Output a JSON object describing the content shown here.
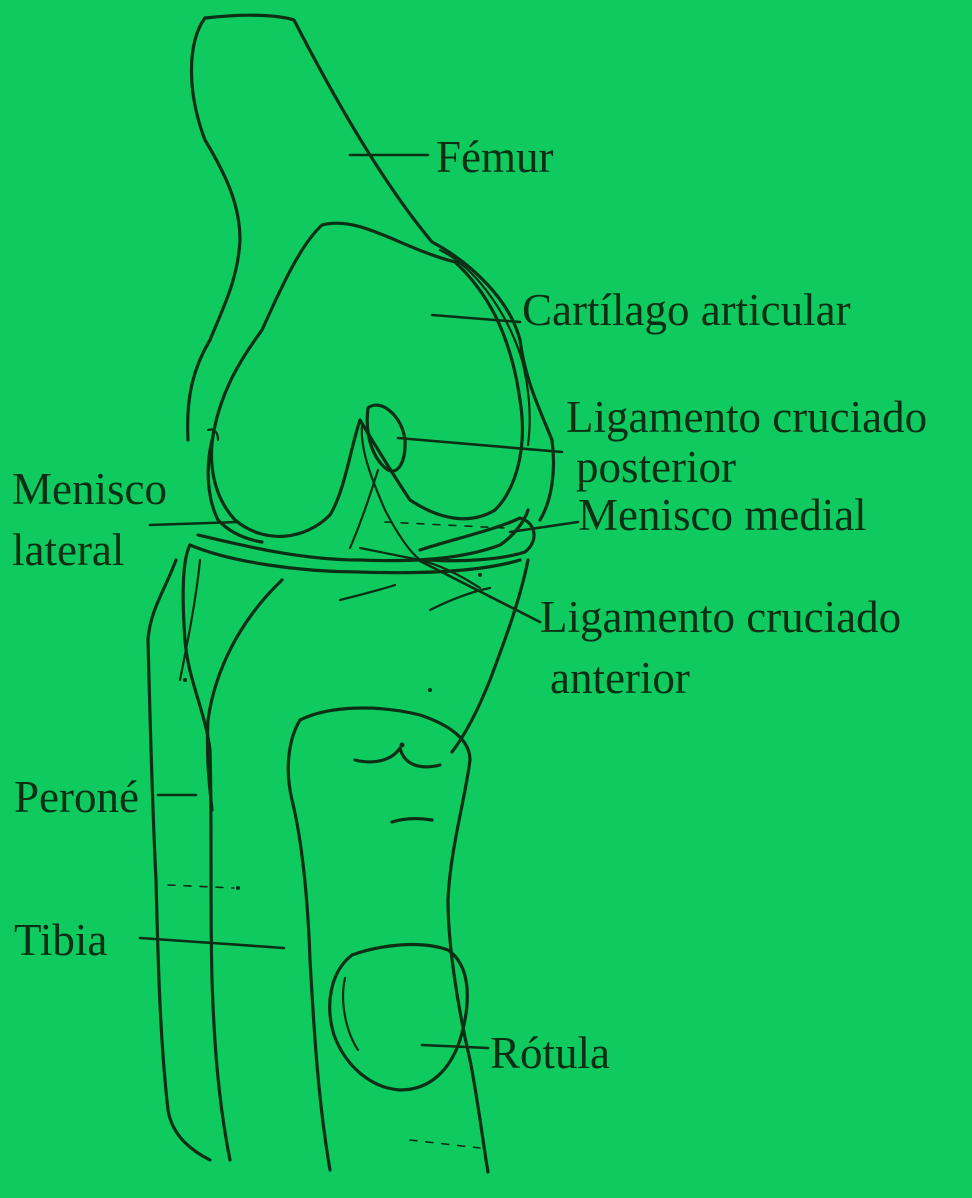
{
  "diagram": {
    "background_color": "#0fcb5f",
    "line_color": "#0b2f14",
    "labels": {
      "femur": "Fémur",
      "cartilage": "Cartílago articular",
      "pcl_line1": "Ligamento cruciado",
      "pcl_line2": "posterior",
      "lateral_meniscus_line1": "Menisco",
      "lateral_meniscus_line2": "lateral",
      "medial_meniscus": "Menisco medial",
      "acl_line1": "Ligamento cruciado",
      "acl_line2": "anterior",
      "fibula": "Peroné",
      "tibia": "Tibia",
      "patella": "Rótula"
    }
  }
}
